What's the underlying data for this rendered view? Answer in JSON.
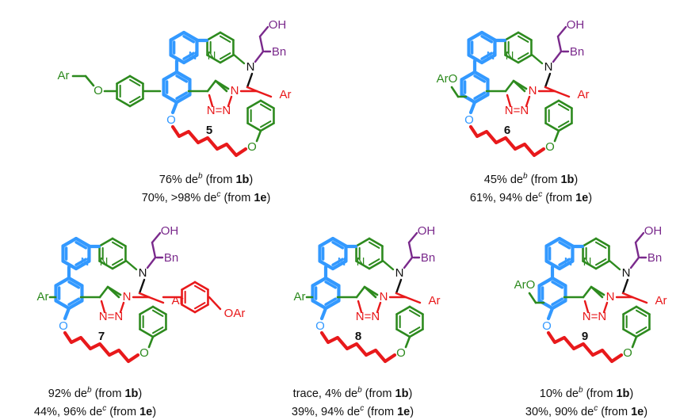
{
  "colors": {
    "bipyridine": "#3399ff",
    "triazole": "#e8191b",
    "pyridine2": "#2d8a1e",
    "aminoalcohol": "#7a2a8c",
    "ink": "#111111"
  },
  "atoms": {
    "N": "N",
    "OH": "OH",
    "Bn": "Bn",
    "Ar": "Ar",
    "O": "O",
    "NN": "N=N",
    "ArO": "ArO",
    "OAr": "OAr",
    "ArCH2O": "Ar"
  },
  "compounds": [
    {
      "id": "5",
      "label": "5",
      "line1": {
        "value": "76% de",
        "sup": "b",
        "from": " (from ",
        "ref": "1b",
        "end": ")"
      },
      "line2": {
        "value": "70%, >98% de",
        "sup": "c",
        "from": " (from ",
        "ref": "1e",
        "end": ")"
      }
    },
    {
      "id": "6",
      "label": "6",
      "line1": {
        "value": "45% de",
        "sup": "b",
        "from": " (from ",
        "ref": "1b",
        "end": ")"
      },
      "line2": {
        "value": "61%, 94% de",
        "sup": "c",
        "from": " (from ",
        "ref": "1e",
        "end": ")"
      }
    },
    {
      "id": "7",
      "label": "7",
      "line1": {
        "value": "92% de",
        "sup": "b",
        "from": " (from ",
        "ref": "1b",
        "end": ")"
      },
      "line2": {
        "value": "44%, 96% de",
        "sup": "c",
        "from": " (from ",
        "ref": "1e",
        "end": ")"
      }
    },
    {
      "id": "8",
      "label": "8",
      "line1": {
        "value": "trace, 4% de",
        "sup": "b",
        "from": " (from ",
        "ref": "1b",
        "end": ")"
      },
      "line2": {
        "value": "39%, 94% de",
        "sup": "c",
        "from": " (from ",
        "ref": "1e",
        "end": ")"
      }
    },
    {
      "id": "9",
      "label": "9",
      "line1": {
        "value": "10% de",
        "sup": "b",
        "from": " (from ",
        "ref": "1b",
        "end": ")"
      },
      "line2": {
        "value": "30%, 90% de",
        "sup": "c",
        "from": " (from ",
        "ref": "1e",
        "end": ")"
      }
    }
  ]
}
